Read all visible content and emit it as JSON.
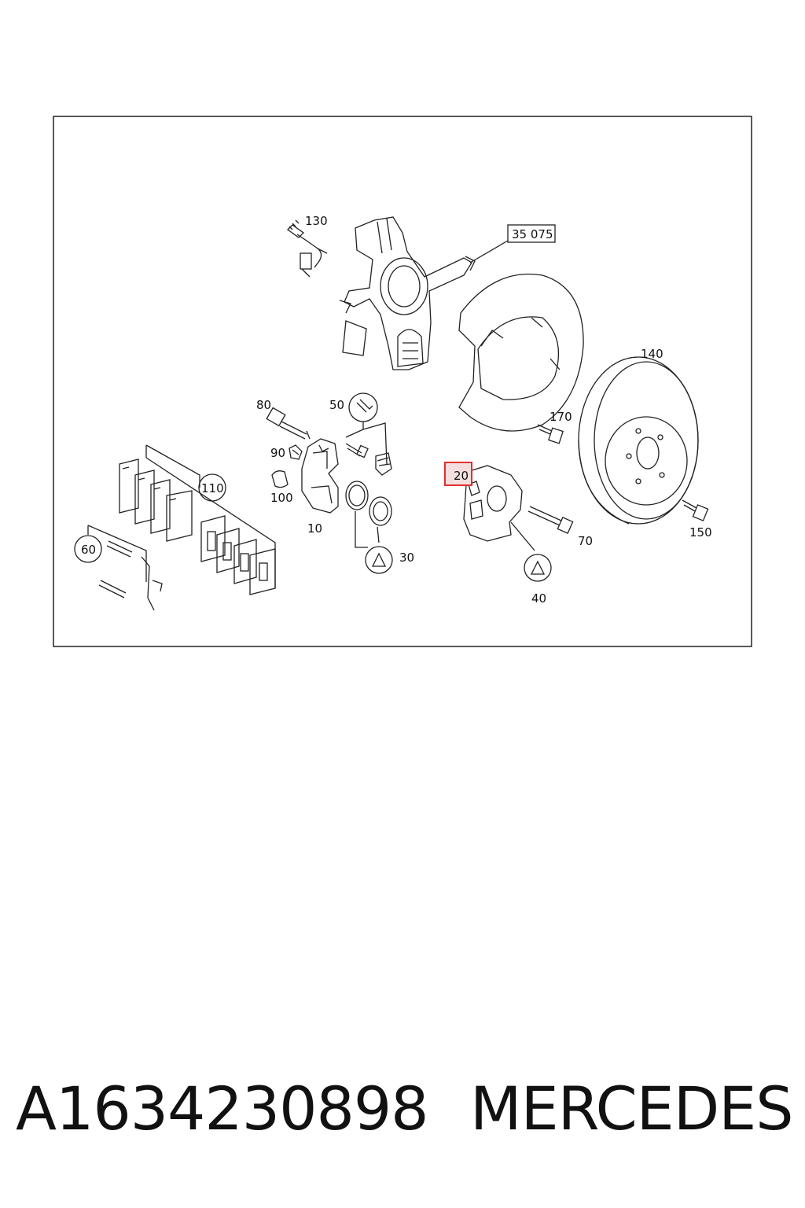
{
  "diagram": {
    "callouts": {
      "c130": "130",
      "c35075": "35 075",
      "c140": "140",
      "c80": "80",
      "c50": "50",
      "c170": "170",
      "c90": "90",
      "c110": "110",
      "c100": "100",
      "c20": "20",
      "c10": "10",
      "c70": "70",
      "c150": "150",
      "c60": "60",
      "c30": "30",
      "c40": "40"
    },
    "highlight_color": "#e03030"
  },
  "caption": {
    "part_number": "A1634230898",
    "brand": "MERCEDES"
  }
}
